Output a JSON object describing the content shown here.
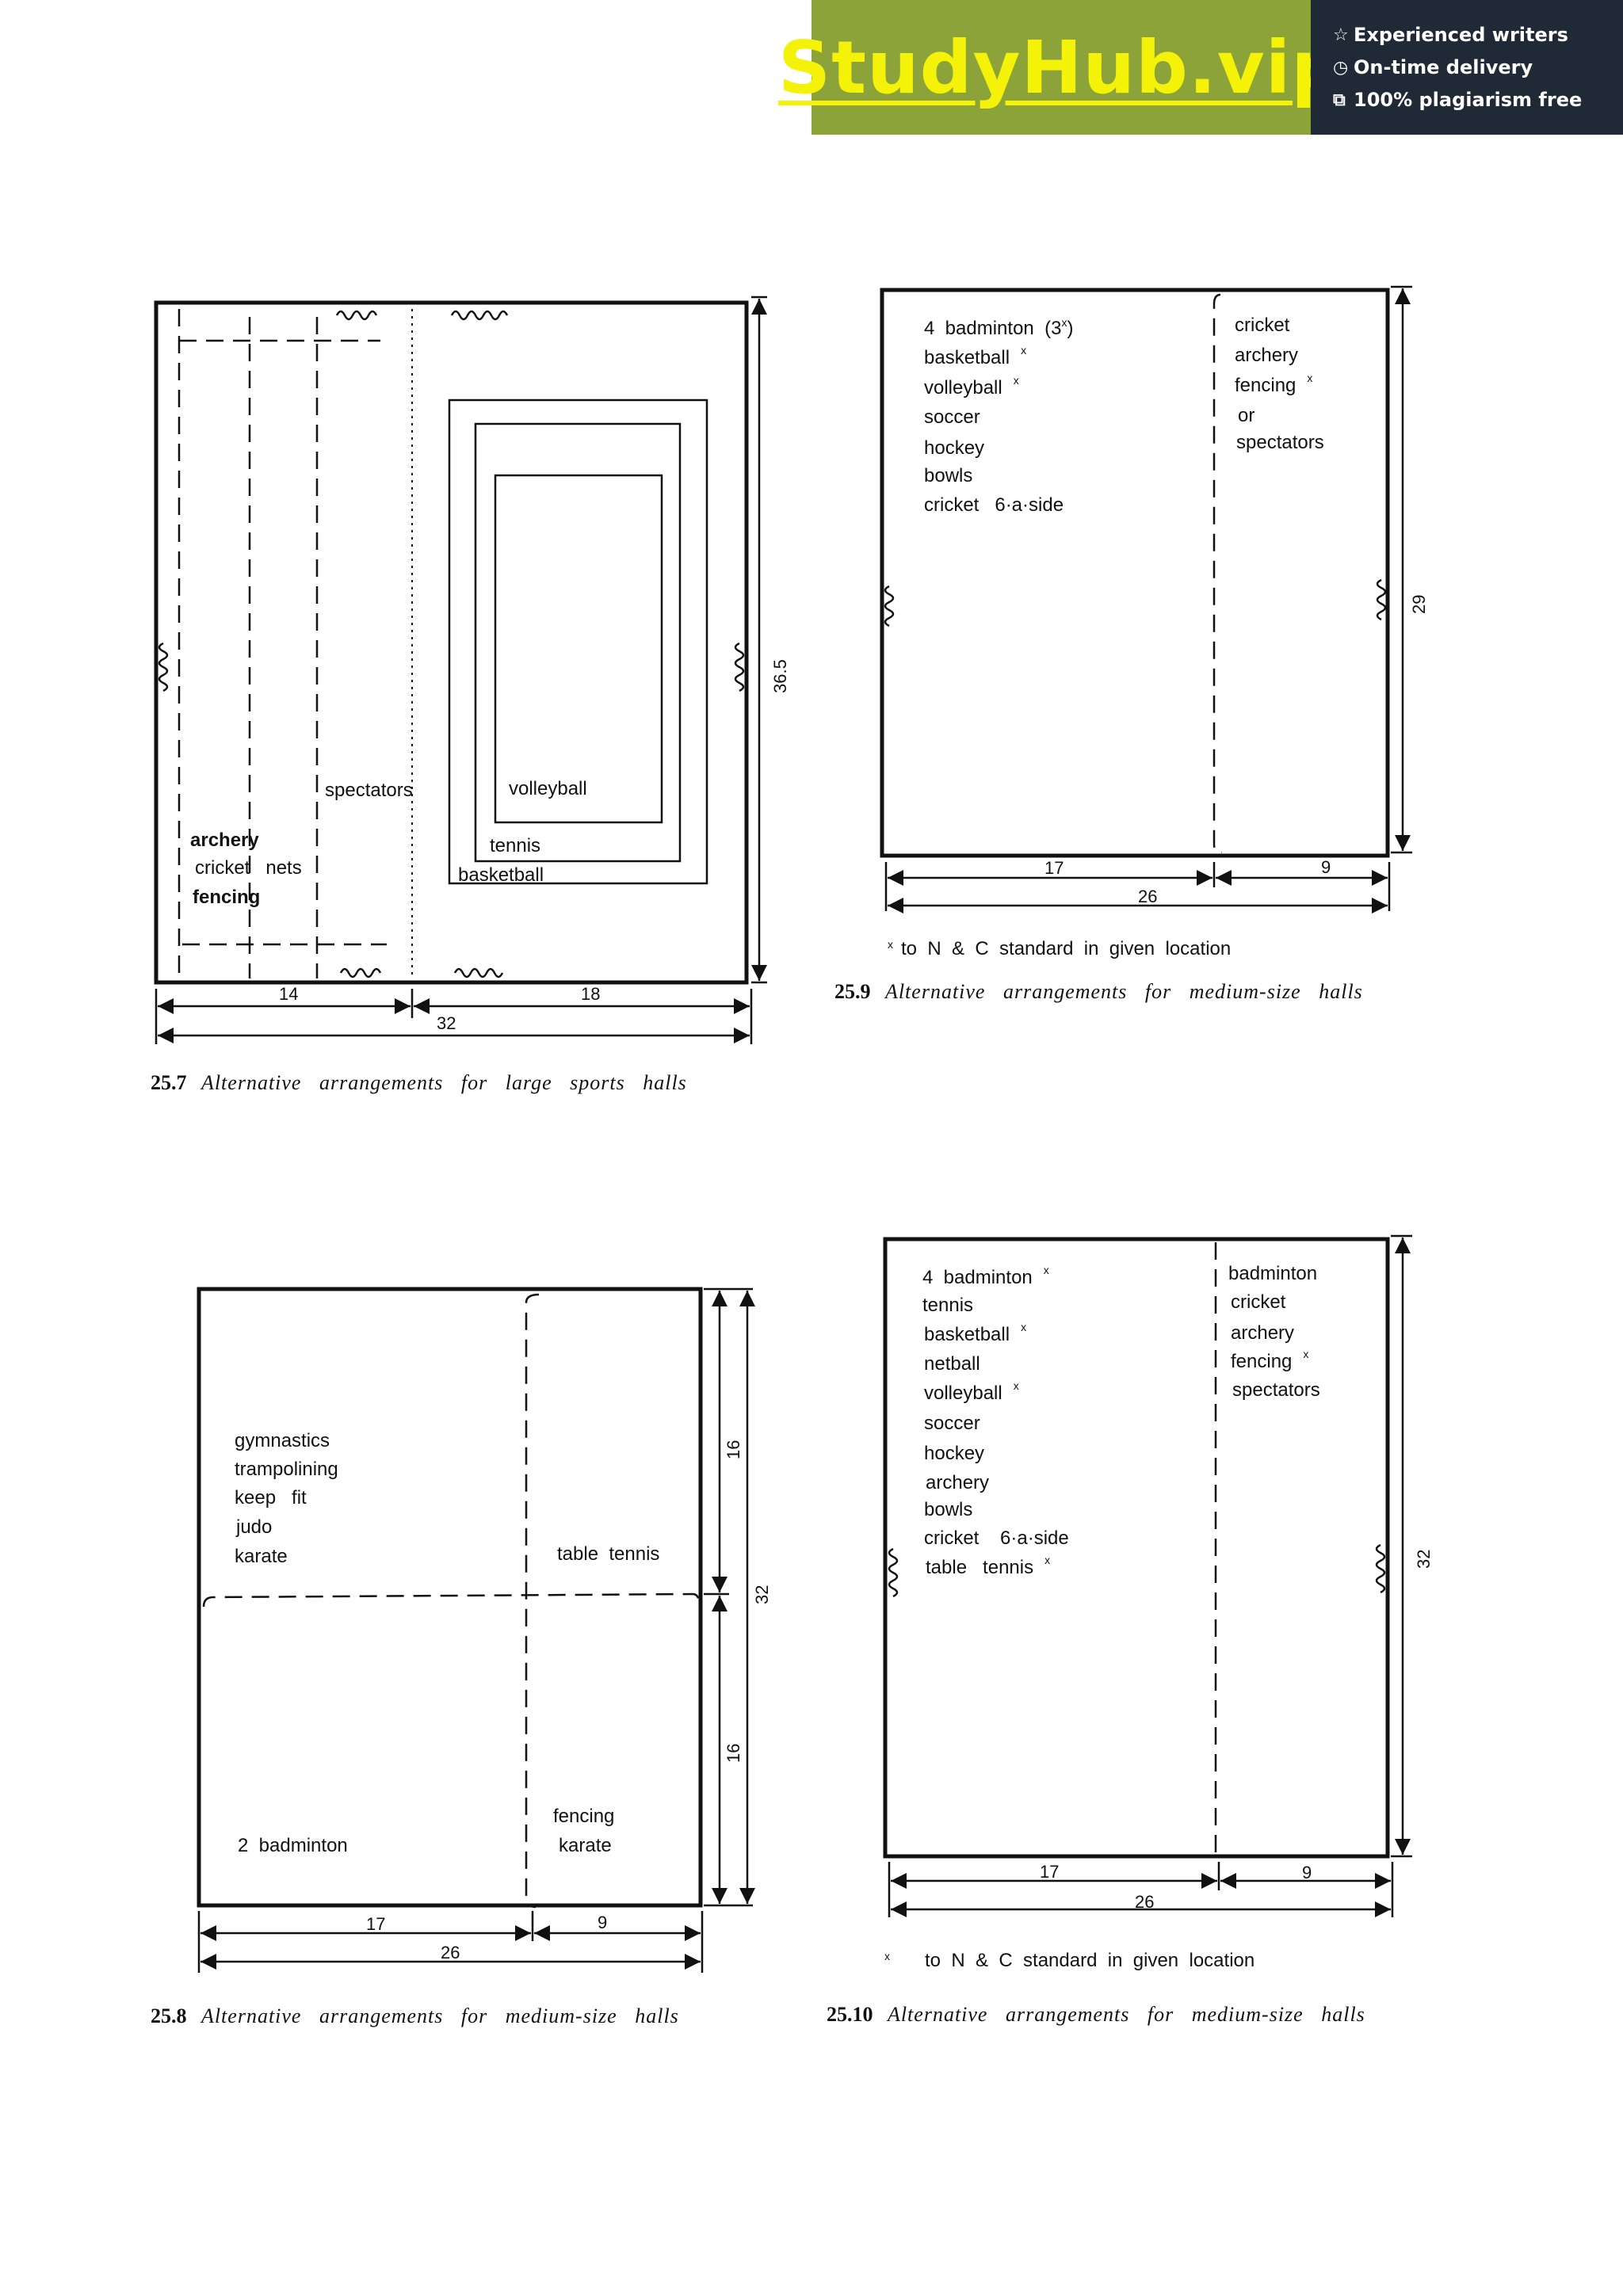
{
  "banner": {
    "logo": "StudyHub.vip",
    "features": [
      {
        "icon": "star-outline-icon",
        "text": "Experienced writers"
      },
      {
        "icon": "clock-icon",
        "text": "On-time delivery"
      },
      {
        "icon": "copy-icon",
        "text": "100% plagiarism free"
      }
    ]
  },
  "fig257": {
    "labels": {
      "spectators": "spectators",
      "volleyball": "volleyball",
      "tennis": "tennis",
      "basketball": "basketball",
      "archery": "archery",
      "cricket_nets": "cricket   nets",
      "fencing": "fencing"
    },
    "dims": {
      "d1": "14",
      "d2": "18",
      "total": "32",
      "height": "36.5"
    },
    "caption_num": "25.7",
    "caption_text": "Alternative   arrangements   for   large   sports   halls"
  },
  "fig259": {
    "left_items": [
      "4  badminton  (3",
      "basketball",
      "volleyball",
      "soccer",
      "hockey",
      "bowls",
      "cricket   6·a·side"
    ],
    "right_items": [
      "cricket",
      "archery",
      "fencing",
      "or",
      "spectators"
    ],
    "sup_mark": "x",
    "sup_close": ")",
    "dims": {
      "d1": "17",
      "d2": "9",
      "total": "26",
      "height": "29"
    },
    "note": "to  N  &  C  standard  in  given  location",
    "caption_num": "25.9",
    "caption_text": "Alternative   arrangements   for   medium-size   halls"
  },
  "fig258": {
    "upper_left": [
      "gymnastics",
      "trampolining",
      "keep   fit",
      "judo",
      "karate"
    ],
    "upper_right": "table  tennis",
    "lower_left": "2  badminton",
    "lower_right": [
      "fencing",
      "karate"
    ],
    "dims": {
      "d1": "17",
      "d2": "9",
      "total": "26",
      "h1": "16",
      "h2": "16",
      "htotal": "32"
    },
    "caption_num": "25.8",
    "caption_text": "Alternative   arrangements   for   medium-size   halls"
  },
  "fig2510": {
    "left_items": [
      "4  badminton",
      "tennis",
      "basketball",
      "netball",
      "volleyball",
      "soccer",
      "hockey",
      "archery",
      "bowls",
      "cricket    6·a·side",
      "table   tennis"
    ],
    "right_items": [
      "badminton",
      "cricket",
      "archery",
      "fencing",
      "spectators"
    ],
    "sup_mark": "x",
    "dims": {
      "d1": "17",
      "d2": "9",
      "total": "26",
      "height": "32"
    },
    "note": "to  N  &  C  standard  in  given  location",
    "caption_num": "25.10",
    "caption_text": "Alternative   arrangements   for   medium-size   halls"
  }
}
